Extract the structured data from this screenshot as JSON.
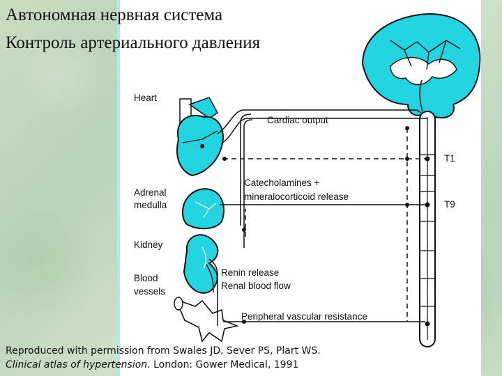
{
  "title": {
    "line1": "Автономная нервная система",
    "line2": "Контроль артериального давления"
  },
  "diagram": {
    "organs": {
      "heart": "Heart",
      "adrenal_line1": "Adrenal",
      "adrenal_line2": "medulla",
      "kidney": "Kidney",
      "blood_line1": "Blood",
      "blood_line2": "vessels"
    },
    "effects": {
      "cardiac_output": "Cardiac output",
      "catecholamines_line1": "Catecholamines +",
      "catecholamines_line2": "mineralocorticoid release",
      "renin_release": "Renin release",
      "renal_blood_flow": "Renal blood flow",
      "peripheral_resistance": "Peripheral vascular resistance"
    },
    "spinal_levels": {
      "t1": "T1",
      "t9": "T9"
    },
    "colors": {
      "organ_fill": "#22d4e0",
      "panel_edge": "#aee8f0"
    }
  },
  "citation": {
    "line1": "Reproduced with permission from Swales JD, Sever PS, Plart WS.",
    "book_title": "Clinical atlas of hypertension",
    "line2_rest": ". London: Gower Medical, 1991"
  }
}
